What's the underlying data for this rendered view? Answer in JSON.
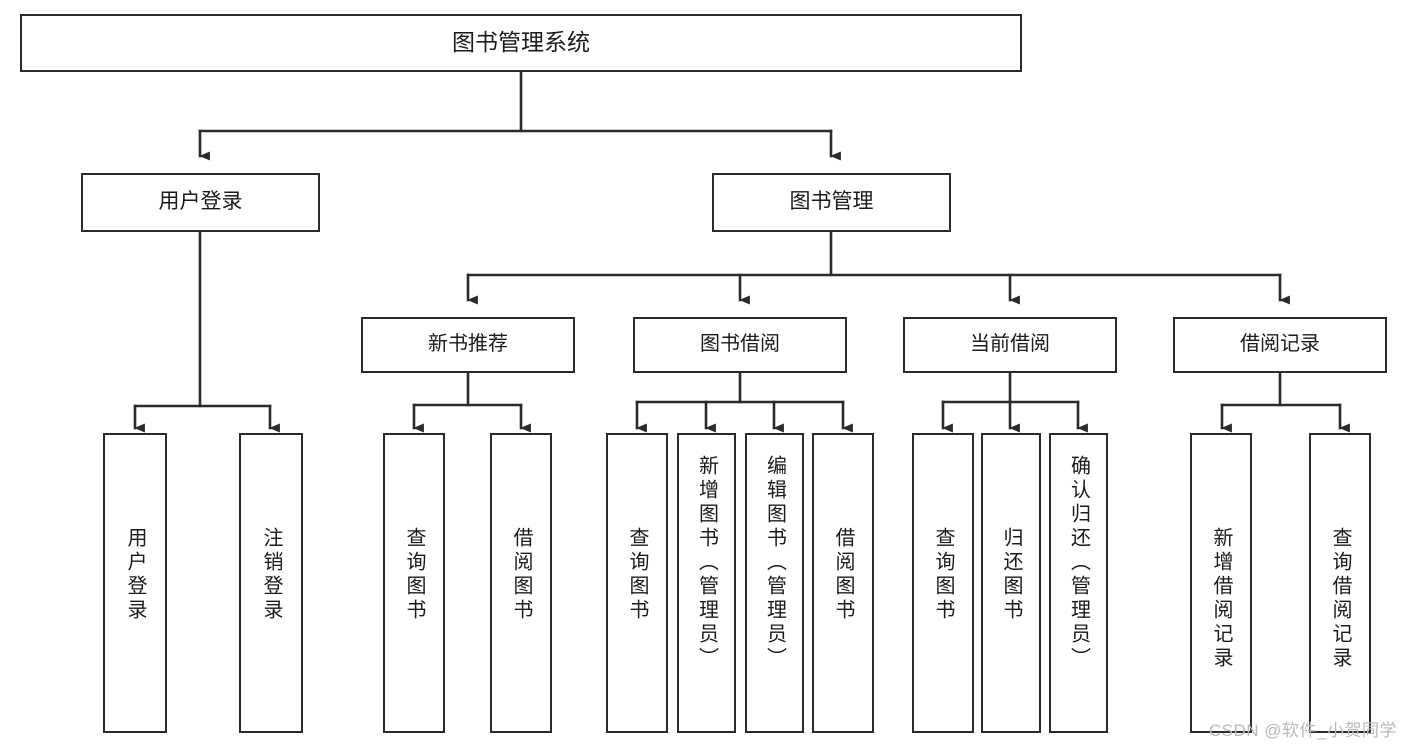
{
  "diagram": {
    "type": "tree",
    "title": "图书管理系统",
    "watermark": "CSDN @软件_小贺同学",
    "nodes": {
      "root": {
        "label": "图书管理系统"
      },
      "level1": [
        {
          "id": "user-login",
          "label": "用户登录"
        },
        {
          "id": "book-manage",
          "label": "图书管理"
        }
      ],
      "level2": [
        {
          "id": "new-book-rec",
          "label": "新书推荐"
        },
        {
          "id": "book-borrow",
          "label": "图书借阅"
        },
        {
          "id": "current-borrow",
          "label": "当前借阅"
        },
        {
          "id": "borrow-record",
          "label": "借阅记录"
        }
      ],
      "leaves": [
        {
          "id": "leaf-user-login",
          "label": "用户登录",
          "parent": "user-login"
        },
        {
          "id": "leaf-user-logout",
          "label": "注销登录",
          "parent": "user-login"
        },
        {
          "id": "leaf-query-book-1",
          "label": "查询图书",
          "parent": "new-book-rec"
        },
        {
          "id": "leaf-borrow-book-1",
          "label": "借阅图书",
          "parent": "new-book-rec"
        },
        {
          "id": "leaf-query-book-2",
          "label": "查询图书",
          "parent": "book-borrow"
        },
        {
          "id": "leaf-add-book",
          "label": "新增图书（管理员）",
          "parent": "book-borrow"
        },
        {
          "id": "leaf-edit-book",
          "label": "编辑图书（管理员）",
          "parent": "book-borrow"
        },
        {
          "id": "leaf-borrow-book-2",
          "label": "借阅图书",
          "parent": "book-borrow"
        },
        {
          "id": "leaf-query-book-3",
          "label": "查询图书",
          "parent": "current-borrow"
        },
        {
          "id": "leaf-return-book",
          "label": "归还图书",
          "parent": "current-borrow"
        },
        {
          "id": "leaf-confirm-return",
          "label": "确认归还（管理员）",
          "parent": "current-borrow"
        },
        {
          "id": "leaf-add-record",
          "label": "新增借阅记录",
          "parent": "borrow-record"
        },
        {
          "id": "leaf-query-record",
          "label": "查询借阅记录",
          "parent": "borrow-record"
        }
      ]
    },
    "colors": {
      "stroke": "#2b2b2b",
      "fill": "#ffffff",
      "text": "#1b1b1b",
      "watermark": "#b9b9b9"
    }
  }
}
